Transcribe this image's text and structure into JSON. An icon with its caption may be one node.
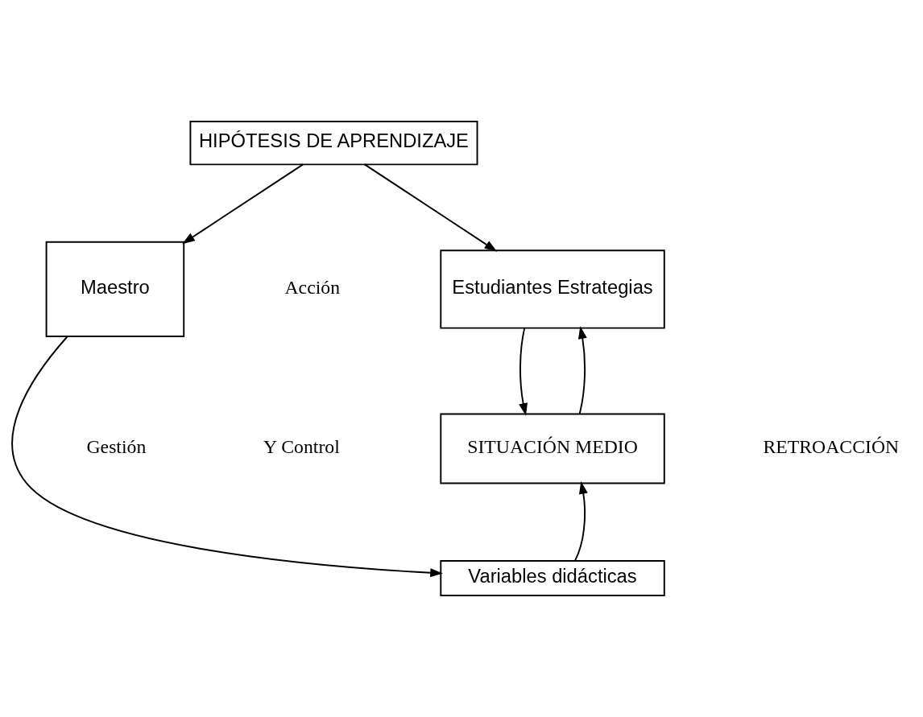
{
  "diagram": {
    "nodes": [
      {
        "text": [
          "HIPÓTESIS DE APRENDIZAJE"
        ]
      },
      {
        "text": [
          "Maestro"
        ]
      },
      {
        "text": [
          "Estudiantes Estrategias"
        ]
      },
      {
        "text": [
          "SITUACIÓN MEDIO"
        ]
      },
      {
        "text": [
          "Variables didácticas"
        ]
      }
    ],
    "edges": [
      {
        "from": 0,
        "to": 1,
        "arrow": "to"
      },
      {
        "from": 0,
        "to": 2,
        "arrow": "to"
      },
      {
        "from": 2,
        "to": 3,
        "arrow": "to"
      },
      {
        "from": 1,
        "to": 4,
        "arrow": "to"
      },
      {
        "from": 4,
        "to": 3,
        "arrow": "to"
      },
      {
        "from": 3,
        "to": 2,
        "arrow": "to"
      }
    ],
    "labels": [
      "Acción",
      "Gestión",
      "Y Control",
      "RETROACCIÓN"
    ]
  }
}
